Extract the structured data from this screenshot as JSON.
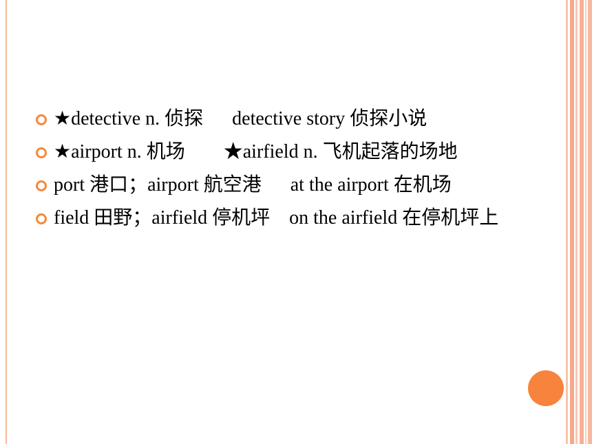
{
  "slide": {
    "bullets": [
      {
        "text": "★detective n. 侦探      detective story 侦探小说"
      },
      {
        "text": "★airport n. 机场        ★airfield n. 飞机起落的场地"
      },
      {
        "text": "port 港口；airport 航空港      at the airport 在机场"
      },
      {
        "text": "field 田野；airfield 停机坪    on the airfield 在停机坪上"
      }
    ]
  },
  "colors": {
    "accent": "#f7883a",
    "circle": "#f7833d",
    "stripe": "#f6a988"
  },
  "icons": {
    "bullet": "hollow-circle-bullet-icon",
    "decoration": "filled-circle-decoration"
  }
}
